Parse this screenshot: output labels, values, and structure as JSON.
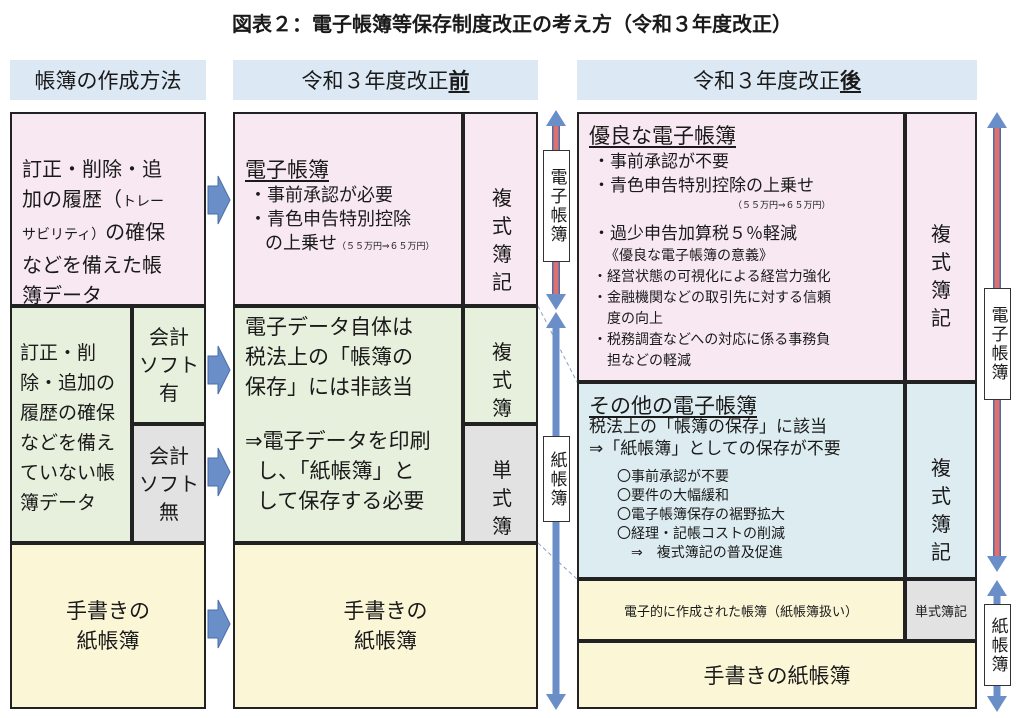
{
  "title": "図表２：電子帳簿等保存制度改正の考え方（令和３年度改正）",
  "headers": {
    "method": "帳簿の作成方法",
    "before_prefix": "令和３年度改正",
    "before_emph": "前",
    "after_prefix": "令和３年度改正",
    "after_emph": "後"
  },
  "methods": {
    "row1": "訂正・削除・追加の履歴（トレーサビリティ）の確保などを備えた帳簿データ",
    "row1_lines": [
      "訂正・削除・追",
      "加の履歴（",
      "トレー",
      "サビリティ）の確保",
      "などを備えた帳",
      "簿データ"
    ],
    "row2_lines": [
      "訂正・削",
      "除・追加の",
      "履歴の確保",
      "などを備え",
      "ていない帳",
      "簿データ"
    ],
    "soft_yes": [
      "会計",
      "ソフト",
      "有"
    ],
    "soft_no": [
      "会計",
      "ソフト",
      "無"
    ],
    "handwritten": [
      "手書きの",
      "紙帳簿"
    ]
  },
  "before": {
    "ebook_title": "電子帳簿",
    "ebook_items": [
      "・事前承認が必要",
      "・青色申告特別控除"
    ],
    "ebook_item3_main": "の上乗せ",
    "ebook_item3_sub": "（５５万円⇒６５万円）",
    "data_lines": [
      "電子データ自体は",
      "税法上の「帳簿の",
      "保存」には非該当"
    ],
    "print_lines": [
      "⇒電子データを印刷",
      "し、「紙帳簿」と",
      "して保存する必要"
    ],
    "handwritten": [
      "手書きの",
      "紙帳簿"
    ],
    "double_entry": [
      "複 式",
      "簿 記"
    ],
    "single_entry": [
      "単 式",
      "簿 記"
    ],
    "label_ebook": "電子帳簿",
    "label_paper": "紙帳簿"
  },
  "after": {
    "excellent_title": "優良な電子帳簿",
    "excellent_items": [
      "・事前承認が不要",
      "・青色申告特別控除の上乗せ"
    ],
    "excellent_sub": "（５５万円⇒６５万円）",
    "excellent_item3": "・過少申告加算税５％軽減",
    "significance_title": "《優良な電子帳簿の意義》",
    "significance_items": [
      "・経営状態の可視化による経営力強化",
      "・金融機関などの取引先に対する信頼",
      "　度の向上",
      "・税務調査などへの対応に係る事務負",
      "　担などの軽減"
    ],
    "other_title": "その他の電子帳簿",
    "other_lines": [
      "税法上の「帳簿の保存」に該当",
      "⇒「紙帳簿」としての保存が不要"
    ],
    "other_items": [
      "〇事前承認が不要",
      "〇要件の大幅緩和",
      "〇電子帳簿保存の裾野拡大",
      "〇経理・記帳コストの削減",
      "　⇒　複式簿記の普及促進"
    ],
    "electronic_paper": "電子的に作成された帳簿（紙帳簿扱い）",
    "single_entry_small": "単式簿記",
    "handwritten": "手書きの紙帳簿",
    "double_entry": [
      "複 式",
      "簿 記"
    ],
    "label_ebook": "電子帳簿",
    "label_paper": "紙帳簿"
  },
  "colors": {
    "pink": "#f8e8f1",
    "green": "#e6f0dd",
    "yellow": "#fbf6d6",
    "blue": "#dcecf1",
    "arrow_blue": "#6a8ec8",
    "arrow_red": "#e07070"
  }
}
